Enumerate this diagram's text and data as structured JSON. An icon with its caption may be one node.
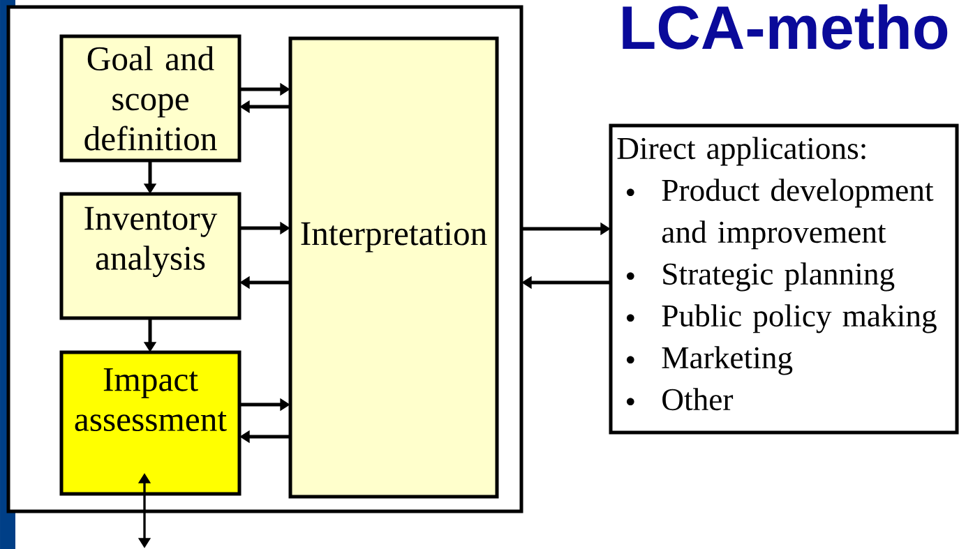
{
  "diagram": {
    "title": "LCA-metho",
    "nodes": [
      {
        "text": [],
        "shape": "box"
      },
      {
        "text": [
          "Goal and scope definition"
        ],
        "in": 0
      },
      {
        "text": [
          "Inventory analysis"
        ],
        "in": 0
      },
      {
        "text": [
          "Impact assessment"
        ],
        "in": 0
      },
      {
        "text": [
          "Interpretation"
        ],
        "in": 0
      },
      {
        "text": [
          "Direct applications:",
          "Product development and improvement",
          "Strategic planning",
          "Public policy making",
          "Marketing",
          "Other"
        ]
      }
    ],
    "edges": [
      {
        "from": 1,
        "to": 4,
        "arrow": "to"
      },
      {
        "from": 4,
        "to": 1,
        "arrow": "to"
      },
      {
        "from": 1,
        "to": 2,
        "arrow": "to"
      },
      {
        "from": 2,
        "to": 4,
        "arrow": "to"
      },
      {
        "from": 4,
        "to": 2,
        "arrow": "to"
      },
      {
        "from": 2,
        "to": 3,
        "arrow": "to"
      },
      {
        "from": 3,
        "to": 4,
        "arrow": "to"
      },
      {
        "from": 4,
        "to": 3,
        "arrow": "to"
      },
      {
        "from": 0,
        "to": 5,
        "arrow": "to"
      },
      {
        "from": 5,
        "to": 0,
        "arrow": "to"
      },
      {
        "from": 3,
        "to": null,
        "arrow": "both"
      }
    ]
  }
}
